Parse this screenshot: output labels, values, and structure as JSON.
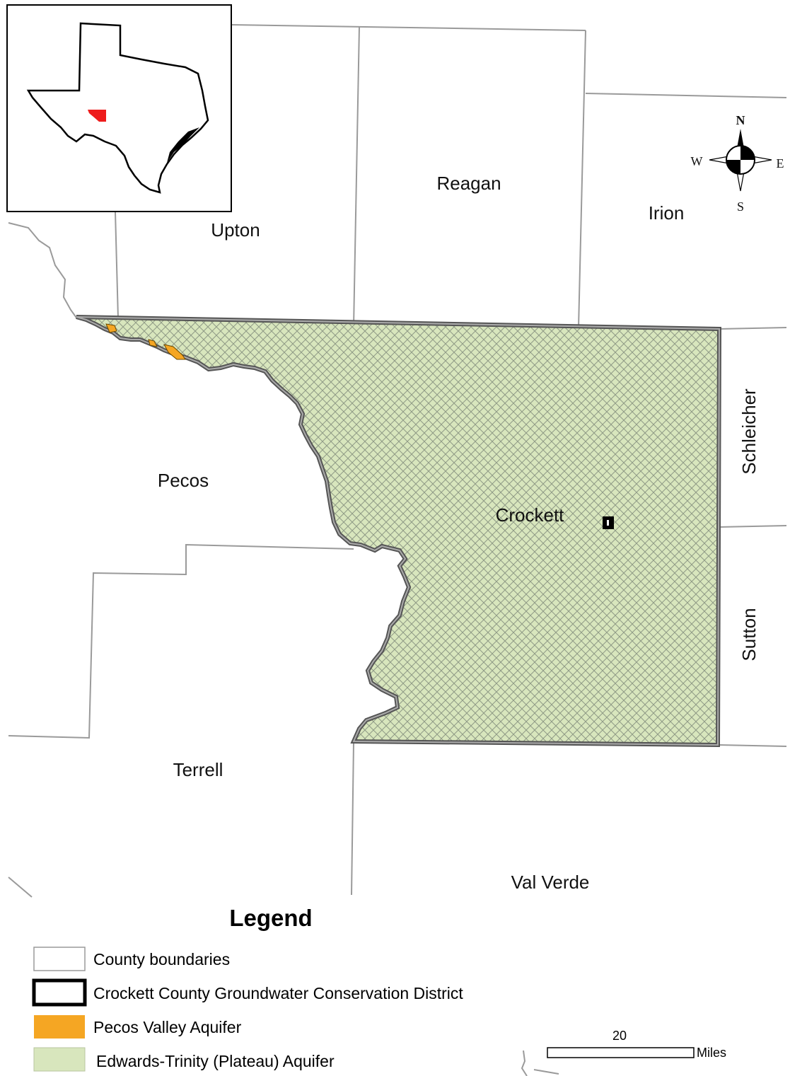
{
  "counties": {
    "upton": "Upton",
    "reagan": "Reagan",
    "irion": "Irion",
    "schleicher": "Schleicher",
    "pecos": "Pecos",
    "crockett": "Crockett",
    "sutton": "Sutton",
    "terrell": "Terrell",
    "val_verde": "Val Verde"
  },
  "compass": {
    "n": "N",
    "s": "S",
    "e": "E",
    "w": "W"
  },
  "legend": {
    "title": "Legend",
    "items": [
      {
        "label": "County boundaries",
        "color": "#ffffff"
      },
      {
        "label": "Crockett County Groundwater Conservation District",
        "color": "#000000"
      },
      {
        "label": "Pecos Valley Aquifer",
        "color": "#f5a623"
      },
      {
        "label": "Edwards-Trinity (Plateau) Aquifer",
        "color": "#d8e6bd"
      }
    ]
  },
  "scale": {
    "value": "20",
    "unit": "Miles"
  },
  "colors": {
    "county_line": "#9a9a9a",
    "district_outline": "#000000",
    "edwards_trinity": "#d8e6bd",
    "pecos_valley": "#f5a623",
    "inset_highlight": "#ee1c1c"
  }
}
